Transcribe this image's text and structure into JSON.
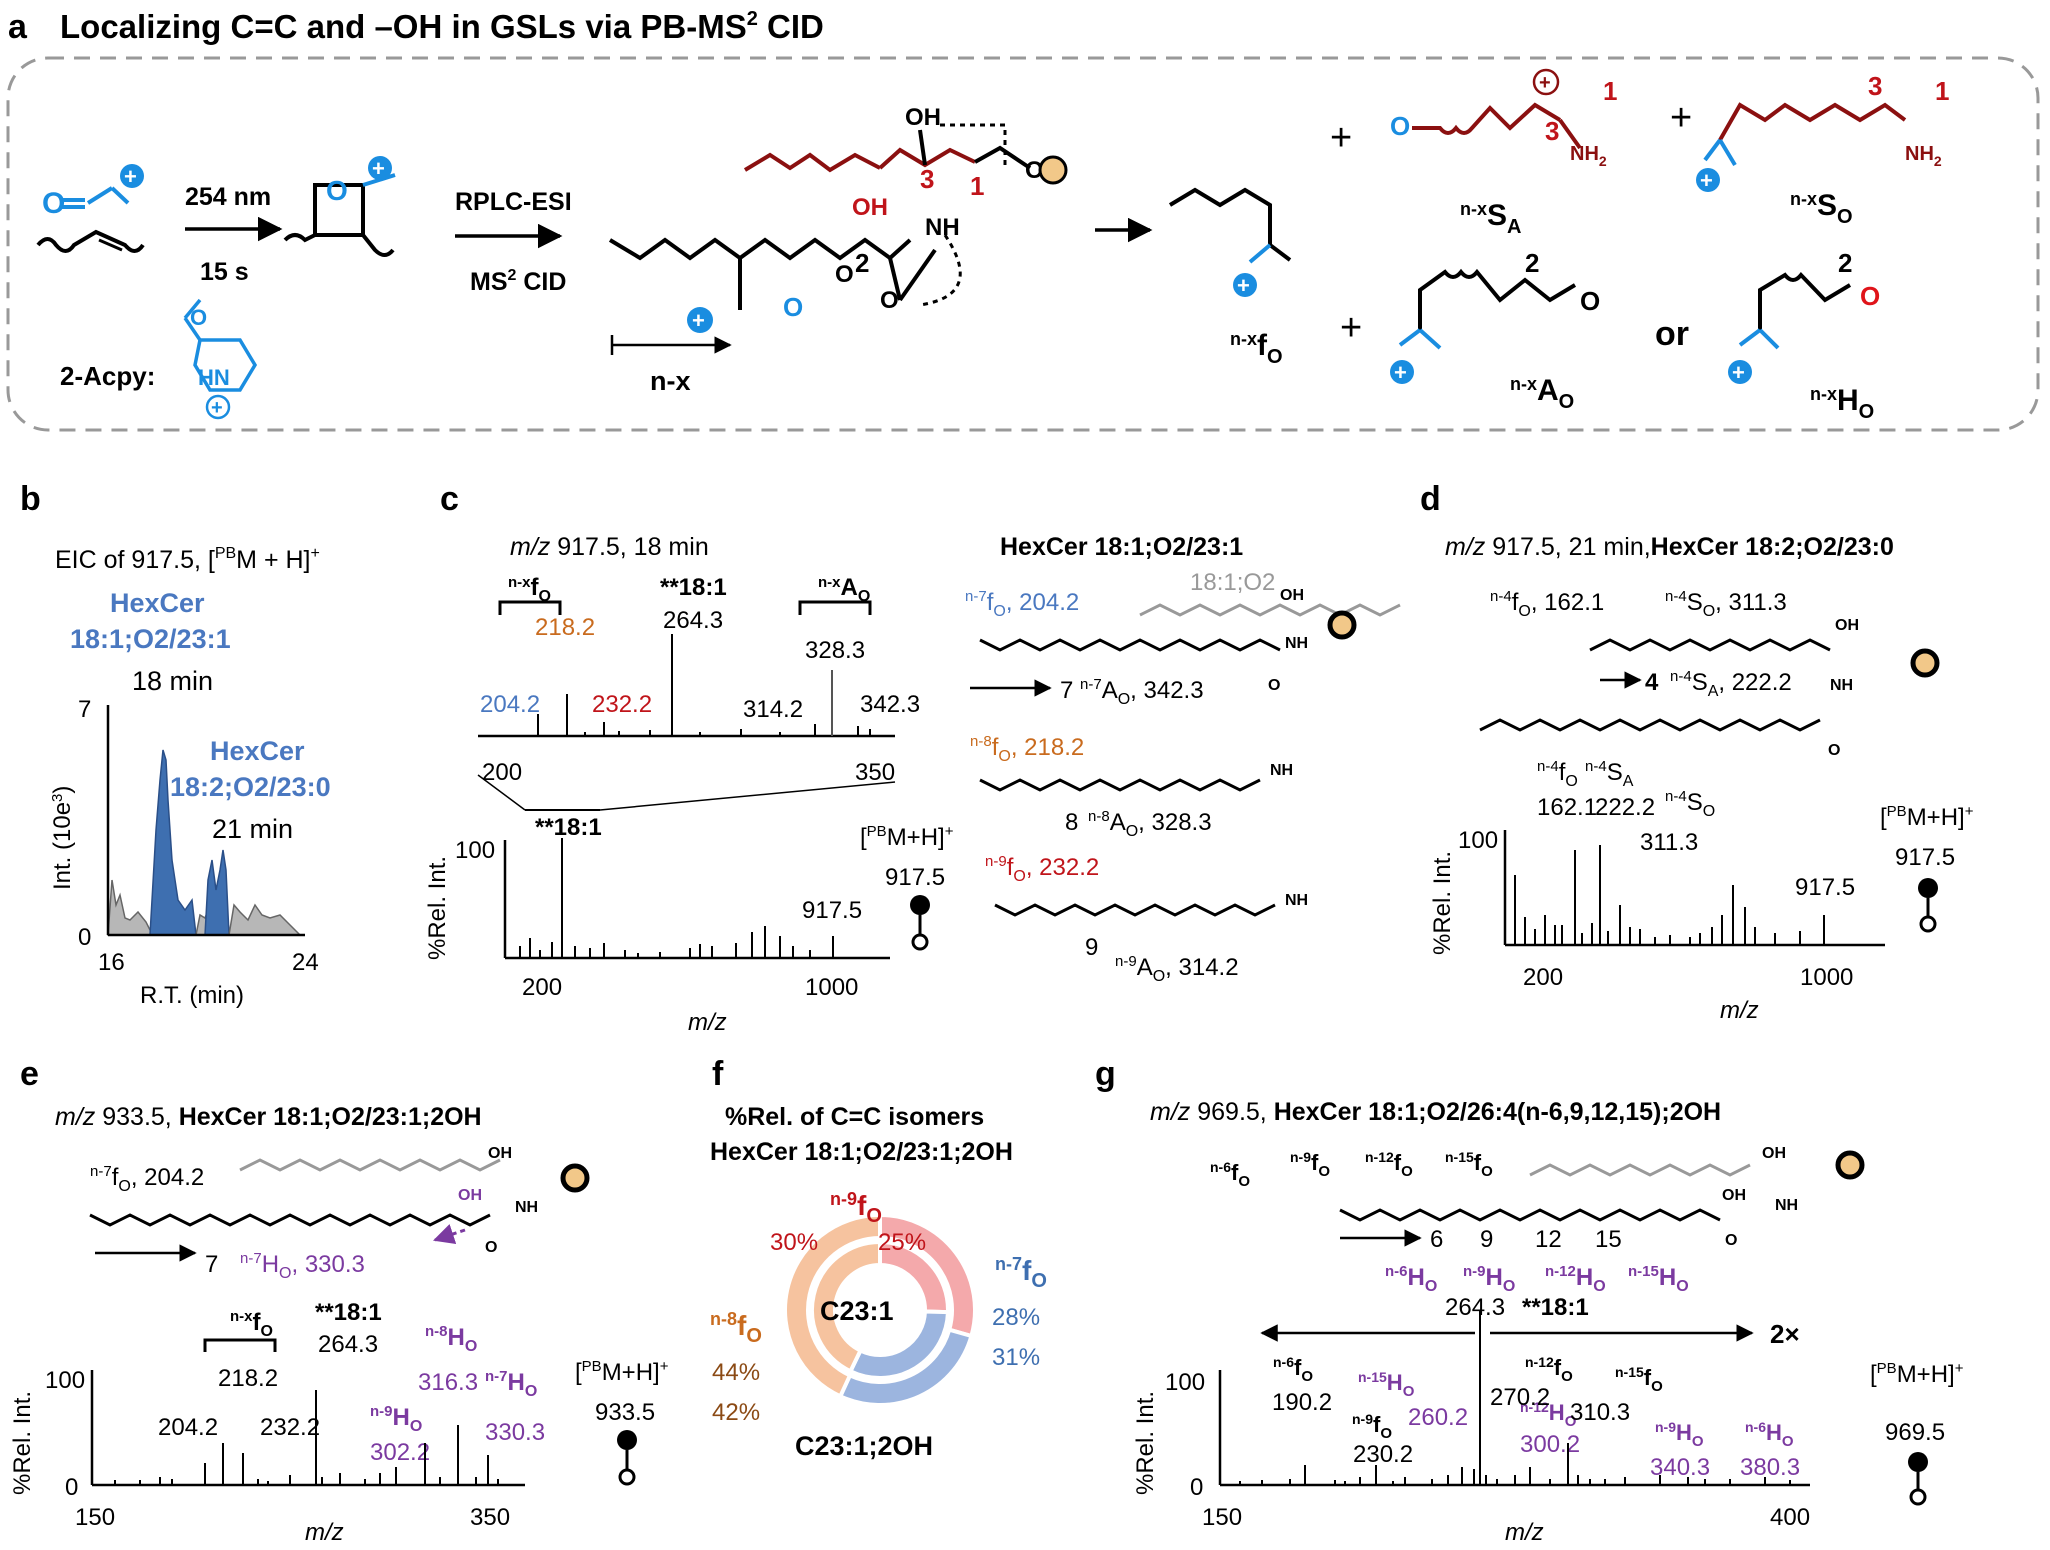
{
  "panel_a": {
    "letter": "a",
    "title": "Localizing C=C and –OH in GSLs via PB-MS",
    "title_sup": "2",
    "title_tail": " CID",
    "rxn1_top": "254 nm",
    "rxn1_bottom": "15 s",
    "reagent_label": "2-Acpy:",
    "rxn2_top": "RPLC-ESI",
    "rxn2_bottom_pre": "MS",
    "rxn2_bottom_sup": "2",
    "rxn2_bottom_post": " CID",
    "oh_label": "OH",
    "nh_label": "NH",
    "o_label": "O",
    "n3": "3",
    "n1": "1",
    "n2": "2",
    "nx_label": "n-x",
    "frag_f": "f",
    "frag_S": "S",
    "frag_A": "A",
    "frag_H": "H",
    "sub_O": "O",
    "sub_A": "A",
    "pre_nx": "n-x",
    "plus": "+",
    "or": "or",
    "nh2": "NH",
    "nh2_sub": "2",
    "s1": "1",
    "s3": "3"
  },
  "panel_b": {
    "letter": "b",
    "title_pre": "EIC of 917.5, [",
    "title_sup": "PB",
    "title_post": "M + H]",
    "title_plus": "+",
    "peak1_name_1": "HexCer",
    "peak1_name_2": "18:1;O2/23:1",
    "peak1_time": "18 min",
    "peak2_name_1": "HexCer",
    "peak2_name_2": "18:2;O2/23:0",
    "peak2_time": "21 min",
    "ylabel": "Int. (10e",
    "ylabel_sup": "3",
    "ylabel_end": ")",
    "xlabel": "R.T. (min)",
    "y_ticks": [
      "7",
      "0"
    ],
    "x_ticks": [
      "16",
      "24"
    ],
    "colors": {
      "peak": "#3e6fb0",
      "baseline": "#b0b0b0"
    }
  },
  "panel_c": {
    "letter": "c",
    "title_mz": "m/z",
    "title_rest": " 917.5, 18 min",
    "bracket_f": "f",
    "bracket_A": "A",
    "bracket_pre": "n-x",
    "sub_O": "O",
    "mark_18": "**18:1",
    "labels": {
      "l2042": "204.2",
      "l2182": "218.2",
      "l2322": "232.2",
      "l2643": "264.3",
      "l3142": "314.2",
      "l3283": "328.3",
      "l3423": "342.3"
    },
    "inset_x_ticks": [
      "200",
      "350"
    ],
    "main_x_ticks": [
      "200",
      "1000"
    ],
    "main_y_tick": "100",
    "ylabel": "%Rel. Int.",
    "xlabel": "m/z",
    "label_9175": "917.5",
    "precursor_pre": "[",
    "precursor_sup": "PB",
    "precursor_mid": "M+H]",
    "precursor_plus": "+",
    "precursor_val": "917.5",
    "structure_title": "HexCer 18:1;O2/23:1",
    "structure_sub": "18:1;O2",
    "s7_f_pre": "n-7",
    "s7_f_val": "f",
    "s7_f_mz": ", 204.2",
    "s7_num": "7",
    "s7_A_pre": "n-7",
    "s7_A_mz": ", 342.3",
    "s8_f_pre": "n-8",
    "s8_f_mz": ", 218.2",
    "s8_num": "8",
    "s8_A_pre": "n-8",
    "s8_A_mz": ", 328.3",
    "s9_f_pre": "n-9",
    "s9_f_mz": ", 232.2",
    "s9_num": "9",
    "s9_A_pre": "n-9",
    "s9_A_mz": ", 314.2",
    "colors": {
      "blue": "#4a78c0",
      "orange": "#c96b1e",
      "red": "#c0141a",
      "gray": "#999999"
    }
  },
  "panel_d": {
    "letter": "d",
    "title_mz": "m/z",
    "title_rest": " 917.5, 21 min,",
    "title_bold": "HexCer 18:2;O2/23:0",
    "f4_pre": "n-4",
    "f4_mz": ", 162.1",
    "S4o_pre": "n-4",
    "S4o_mz": ", 311.3",
    "num4": "4",
    "S4a_pre": "n-4",
    "S4a_mz": ", 222.2",
    "peak_f": "162.1",
    "peak_Sa": "222.2",
    "peak_So": "311.3",
    "peak_917": "917.5",
    "lab_f_pre": "n-4",
    "lab_Sa_pre": "n-4",
    "lab_So_pre": "n-4",
    "ylabel": "%Rel. Int.",
    "xlabel": "m/z",
    "y_tick": "100",
    "x_ticks": [
      "200",
      "1000"
    ],
    "precursor_val": "917.5"
  },
  "panel_e": {
    "letter": "e",
    "title_mz": "m/z",
    "title_rest": " 933.5, ",
    "title_bold": "HexCer 18:1;O2/23:1;2OH",
    "f7_pre": "n-7",
    "f7_mz": ", 204.2",
    "num7": "7",
    "h7_pre": "n-7",
    "h7_mz": ", 330.3",
    "mark_18": "**18:1",
    "bracket_pre": "n-x",
    "peaks": {
      "p2042": "204.2",
      "p2182": "218.2",
      "p2322": "232.2",
      "p2643": "264.3",
      "p3022": "302.2",
      "p3163": "316.3",
      "p3303": "330.3"
    },
    "h8_pre": "n-8",
    "h9_pre": "n-9",
    "h7b_pre": "n-7",
    "ylabel": "%Rel. Int.",
    "xlabel": "m/z",
    "y_ticks": [
      "100",
      "0"
    ],
    "x_ticks": [
      "150",
      "350"
    ],
    "precursor_val": "933.5",
    "colors": {
      "purple": "#7b3aa0"
    }
  },
  "panel_f": {
    "letter": "f",
    "title_1": "%Rel. of C=C isomers",
    "title_2": "HexCer 18:1;O2/23:1;2OH",
    "center": "C23:1",
    "bottom": "C23:1;2OH",
    "n9_pre": "n-9",
    "n7_pre": "n-7",
    "n8_pre": "n-8",
    "p30": "30%",
    "p25": "25%",
    "p28": "28%",
    "p31": "31%",
    "p44": "44%",
    "p42": "42%",
    "chart_data": {
      "type": "pie",
      "title": "%Rel. of C=C isomers HexCer 18:1;O2/23:1;2OH",
      "series": [
        {
          "name": "C23:1",
          "categories": [
            "n-9",
            "n-7",
            "n-8"
          ],
          "values": [
            30,
            28,
            44
          ]
        },
        {
          "name": "C23:1;2OH",
          "categories": [
            "n-9",
            "n-7",
            "n-8"
          ],
          "values": [
            25,
            31,
            42
          ]
        }
      ],
      "colors": {
        "n-9": "#f4a9ab",
        "n-7": "#9cb5df",
        "n-8": "#f6c39f"
      }
    }
  },
  "panel_g": {
    "letter": "g",
    "title_mz": "m/z",
    "title_rest": " 969.5, ",
    "title_bold": "HexCer 18:1;O2/26:4(n-6,9,12,15);2OH",
    "f6": "n-6",
    "f9": "n-9",
    "f12": "n-12",
    "f15": "n-15",
    "n6": "6",
    "n9": "9",
    "n12": "12",
    "n15": "15",
    "h6": "n-6",
    "h9": "n-9",
    "h12": "n-12",
    "h15": "n-15",
    "mark": "264.3",
    "mark_18": "**18:1",
    "zoom": "2×",
    "peaks": {
      "p1902": "190.2",
      "p2302": "230.2",
      "p2602": "260.2",
      "p2702": "270.2",
      "p3002": "300.2",
      "p3103": "310.3",
      "p3403": "340.3",
      "p3803": "380.3"
    },
    "ylabel": "%Rel. Int.",
    "xlabel": "m/z",
    "y_ticks": [
      "100",
      "0"
    ],
    "x_ticks": [
      "150",
      "400"
    ],
    "precursor_val": "969.5"
  }
}
